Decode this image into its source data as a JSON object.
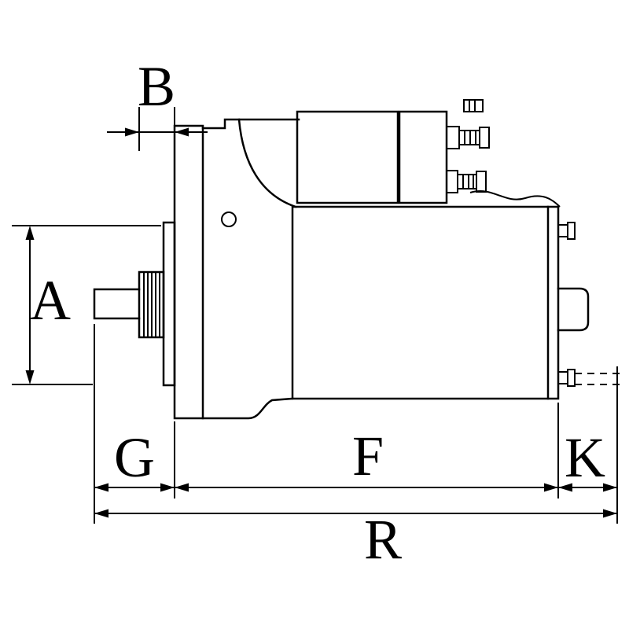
{
  "diagram": {
    "background_color": "#ffffff",
    "line_color": "#000000"
  },
  "dimensions": {
    "a": {
      "label": "A"
    },
    "b": {
      "label": "B"
    },
    "g": {
      "label": "G"
    },
    "f": {
      "label": "F"
    },
    "k": {
      "label": "K"
    },
    "r": {
      "label": "R"
    }
  }
}
